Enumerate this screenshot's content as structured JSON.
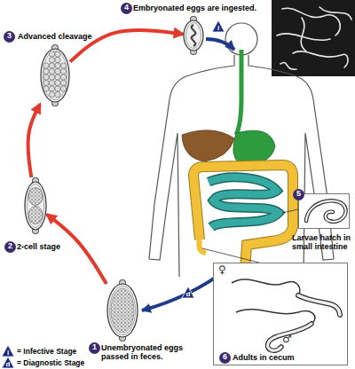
{
  "diagram": {
    "nodes": [
      {
        "text": [
          "1",
          "Unembryonated eggs passed in feces."
        ]
      },
      {
        "text": [
          "2",
          "2-cell stage"
        ]
      },
      {
        "text": [
          "3",
          "Advanced cleavage"
        ]
      },
      {
        "text": [
          "4",
          "Embryonated eggs are ingested."
        ]
      },
      {
        "text": [
          "5",
          "Larvae hatch in small intestine"
        ]
      },
      {
        "text": [
          "6",
          "Adults in cecum"
        ]
      }
    ],
    "edges": [
      {
        "from": 0,
        "to": 1,
        "arrow": "to"
      },
      {
        "from": 1,
        "to": 2,
        "arrow": "to"
      },
      {
        "from": 2,
        "to": 3,
        "arrow": "to"
      }
    ],
    "labels": [
      "i",
      "d",
      "♀",
      "♂",
      "i",
      "d"
    ],
    "legend": [
      {
        "text": "= Infective Stage"
      },
      {
        "text": "= Diagnostic Stage"
      }
    ]
  }
}
